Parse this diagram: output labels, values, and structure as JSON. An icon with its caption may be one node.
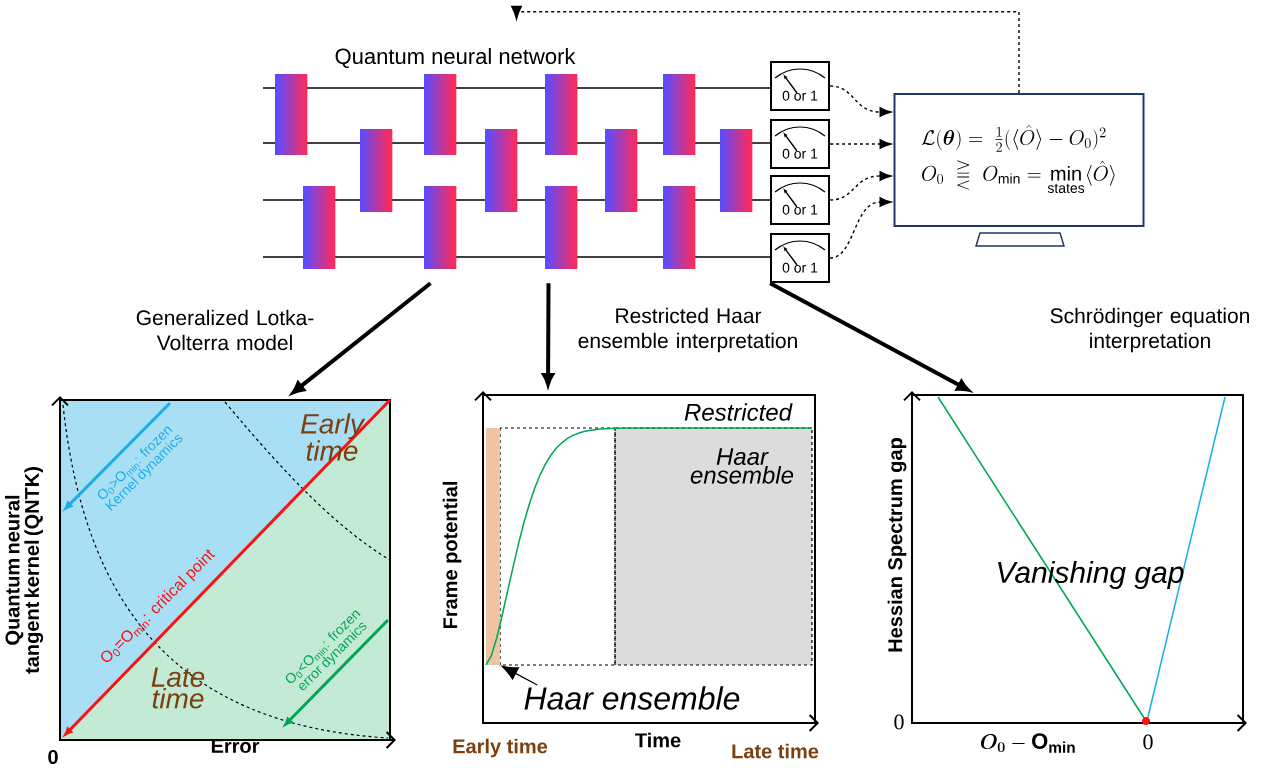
{
  "diagram": {
    "nodes": [
      {
        "text": [
          "Quantum neural network"
        ]
      },
      {
        "text": [
          "0 or 1"
        ]
      },
      {
        "text": [
          "0 or 1"
        ]
      },
      {
        "text": [
          "0 or 1"
        ]
      },
      {
        "text": [
          "0 or 1"
        ]
      },
      {
        "text": [
          "\\mathcal{L}(\\boldsymbol{\\theta}) =\\ \\frac{1}{2}(\\langle\\hat{O}\\rangle - O_0)^2",
          "O_0\\ \\gtreqqless\\ O_{\\min} = \\min\\limits_{\\text{states}}\\langle\\hat{O}\\rangle"
        ]
      },
      {
        "text": [
          "Quantum neural tangent kernel (QNTK)",
          "0",
          "Error",
          "Early time",
          "Late time",
          "O$_{0}$>O$_{min}$: frozen Kernel dynamics",
          "O$_{0}$=O$_{min}$: critical point",
          "O$_{0}$<O$_{min}$: frozen error dynamics"
        ]
      },
      {
        "text": [
          "Frame potential",
          "Restricted",
          "Haar ensemble",
          "Early time",
          "Time",
          "Late time"
        ]
      },
      {
        "text": [],
        "shape": "bar",
        "in": 7
      },
      {
        "text": [
          "Haar ensemble"
        ],
        "in": 7
      },
      {
        "text": [
          "Hessian Spectrum gap",
          "Vanishing gap",
          "0",
          "\\boldsymbol{O_0}-\\mathbf{O}_{\\mathbf{min}}",
          "0"
        ]
      }
    ],
    "edges": [
      {
        "from": 0,
        "to": 6,
        "arrow": "to",
        "label": "Generalized Lotka-Volterra model",
        "style": "thick"
      },
      {
        "from": 0,
        "to": 7,
        "arrow": "to",
        "label": "Restricted Haar ensemble interpretation",
        "style": "thick"
      },
      {
        "from": 0,
        "to": 10,
        "arrow": "to",
        "label": "Schrödinger equation interpretation",
        "style": "thick"
      },
      {
        "from": 1,
        "to": 5,
        "arrow": "to",
        "style": "dashed"
      },
      {
        "from": 2,
        "to": 5,
        "arrow": "to",
        "style": "dashed"
      },
      {
        "from": 3,
        "to": 5,
        "arrow": "to",
        "style": "dashed"
      },
      {
        "from": 4,
        "to": 5,
        "arrow": "to",
        "style": "dashed"
      },
      {
        "from": 5,
        "to": 0,
        "arrow": "to",
        "style": "dashed"
      },
      {
        "from": 9,
        "to": 8,
        "arrow": "to"
      }
    ]
  }
}
